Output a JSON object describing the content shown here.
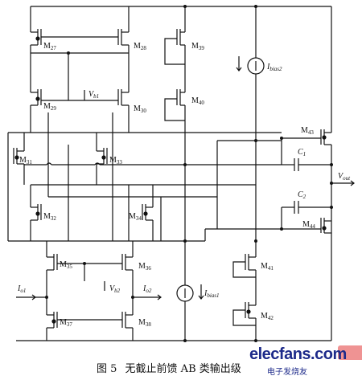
{
  "figure": {
    "caption_number": "图 5",
    "caption_text": "无截止前馈 AB 类输出级"
  },
  "labels": {
    "M27": "M",
    "M27s": "27",
    "M28": "M",
    "M28s": "28",
    "M29": "M",
    "M29s": "29",
    "M30": "M",
    "M30s": "30",
    "M31": "M",
    "M31s": "31",
    "M32": "M",
    "M32s": "32",
    "M33": "M",
    "M33s": "33",
    "M34": "M",
    "M34s": "34",
    "M35": "M",
    "M35s": "35",
    "M36": "M",
    "M36s": "36",
    "M37": "M",
    "M37s": "37",
    "M38": "M",
    "M38s": "38",
    "M39": "M",
    "M39s": "39",
    "M40": "M",
    "M40s": "40",
    "M41": "M",
    "M41s": "41",
    "M42": "M",
    "M42s": "42",
    "M43": "M",
    "M43s": "43",
    "M44": "M",
    "M44s": "44",
    "Vb1": "V",
    "Vb1s": "b1",
    "Vb2": "V",
    "Vb2s": "b2",
    "Ibias2": "I",
    "Ibias2s": "bias2",
    "Ibias1": "I",
    "Ibias1s": "bias1",
    "C1": "C",
    "C1s": "1",
    "C2": "C",
    "C2s": "2",
    "Vout": "V",
    "Vouts": "out",
    "Io1": "I",
    "Io1s": "o1",
    "Io2": "I",
    "Io2s": "o2"
  },
  "watermark": {
    "brand": "elecfans.com",
    "sub_cn": "电子发烧友"
  },
  "colors": {
    "wire": "#111111",
    "watermark": "#1d2a8a"
  }
}
